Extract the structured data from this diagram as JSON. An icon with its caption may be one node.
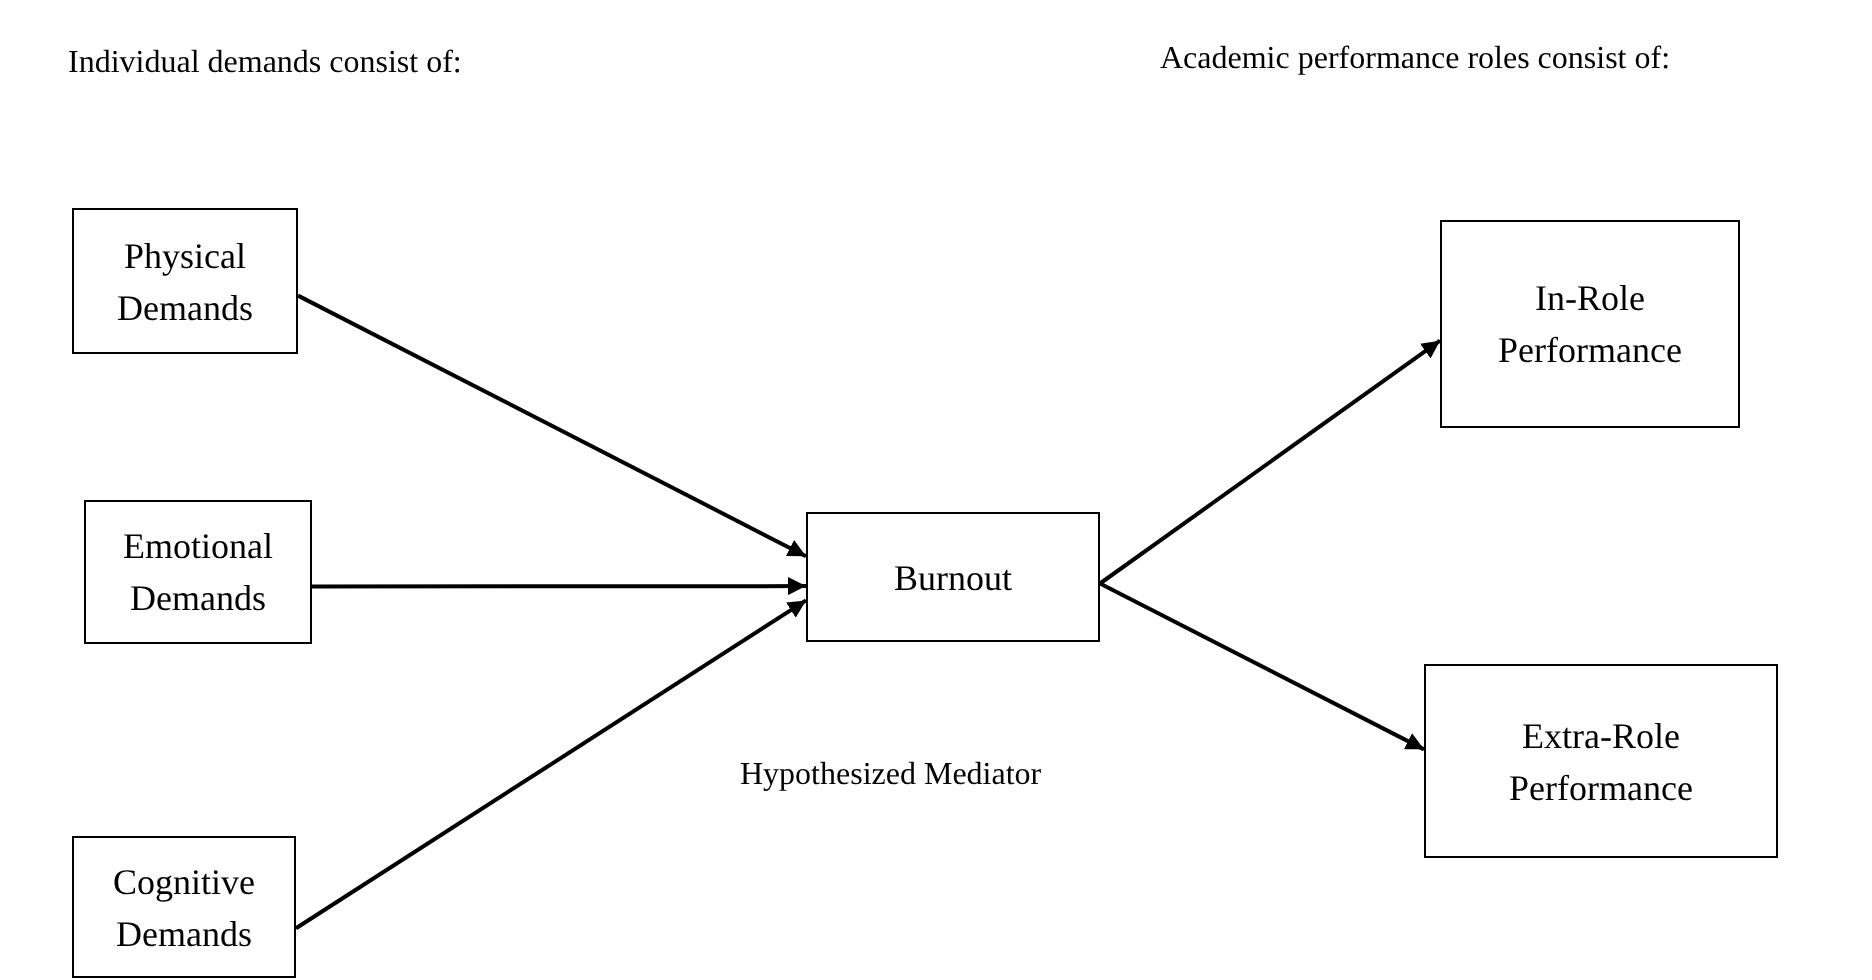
{
  "diagram": {
    "nodes": [
      {
        "text": [
          "Physical Demands"
        ]
      },
      {
        "text": [
          "Emotional Demands"
        ]
      },
      {
        "text": [
          "Cognitive Demands"
        ]
      },
      {
        "text": [
          "Burnout"
        ],
        "beside": [
          "Hypothesized Mediator"
        ]
      },
      {
        "text": [
          "In-Role Performance"
        ]
      },
      {
        "text": [
          "Extra-Role Performance"
        ]
      }
    ],
    "edges": [
      {
        "from": 0,
        "to": 3,
        "arrow": "to"
      },
      {
        "from": 1,
        "to": 3,
        "arrow": "to"
      },
      {
        "from": 2,
        "to": 3,
        "arrow": "to"
      },
      {
        "from": 3,
        "to": 4,
        "arrow": "to"
      },
      {
        "from": 3,
        "to": 5,
        "arrow": "to"
      }
    ],
    "labels": [
      "Individual demands consist of:",
      "Academic performance roles consist of:"
    ]
  }
}
